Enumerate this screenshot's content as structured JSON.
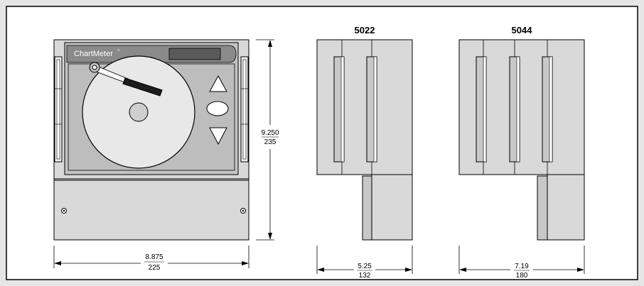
{
  "device": {
    "brand": "ChartMeter",
    "trademark": "™",
    "width_in": "8.875",
    "width_mm": "225",
    "height_in": "9.250",
    "height_mm": "235"
  },
  "model_5022": {
    "title": "5022",
    "depth_in": "5.25",
    "depth_mm": "132"
  },
  "model_5044": {
    "title": "5044",
    "depth_in": "7.19",
    "depth_mm": "180"
  },
  "colors": {
    "background": "#e6e6e6",
    "panel": "#ffffff",
    "body": "#d7d7d7",
    "screen": "#bdbdbd",
    "dark": "#2b2b2b",
    "line": "#000000"
  }
}
